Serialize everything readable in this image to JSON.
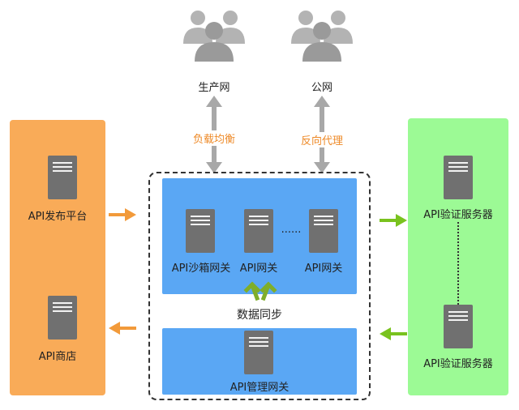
{
  "top": {
    "group_left_label": "生产网",
    "group_right_label": "公网",
    "arrow_left_label": "负载均衡",
    "arrow_right_label": "反向代理"
  },
  "left_panel": {
    "publish_platform_label": "API发布平台",
    "store_label": "API商店"
  },
  "gateways": {
    "sandbox_label": "API沙箱网关",
    "gateway1_label": "API网关",
    "ellipsis": "......",
    "gateway2_label": "API网关",
    "sync_label": "数据同步",
    "management_label": "API管理网关"
  },
  "right_panel": {
    "auth_server_top_label": "API验证服务器",
    "auth_server_bottom_label": "API验证服务器"
  },
  "colors": {
    "orange": "#f9ab58",
    "green": "#9cfa95",
    "blue": "#5aa7f4",
    "server": "#707070",
    "gray_arrow": "#a8a8a8",
    "sync_arrow": "#7fae2a",
    "left_arrow": "#f29a3a",
    "right_arrow": "#79c21e"
  }
}
